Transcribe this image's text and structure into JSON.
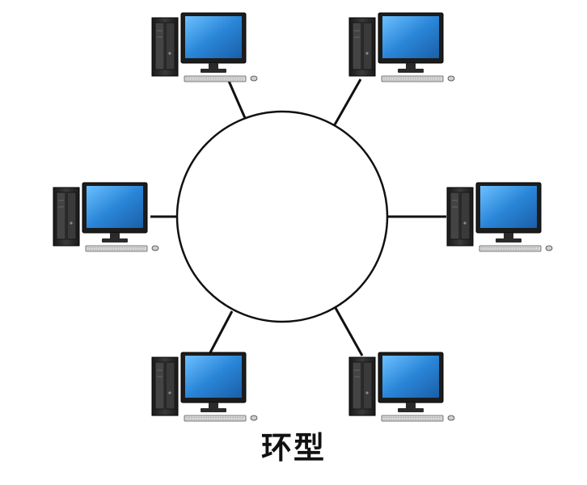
{
  "caption": "环型",
  "diagram": {
    "topology": "ring",
    "node_count": 6,
    "node_icon": "desktop-computer-icon",
    "colors": {
      "ring_stroke": "#111111",
      "link_stroke": "#111111",
      "screen": "#2a7fd0",
      "screen_highlight": "#5fb0f0",
      "monitor_frame": "#1c1c1c",
      "tower": "#2b2b2b",
      "background": "#ffffff"
    }
  }
}
